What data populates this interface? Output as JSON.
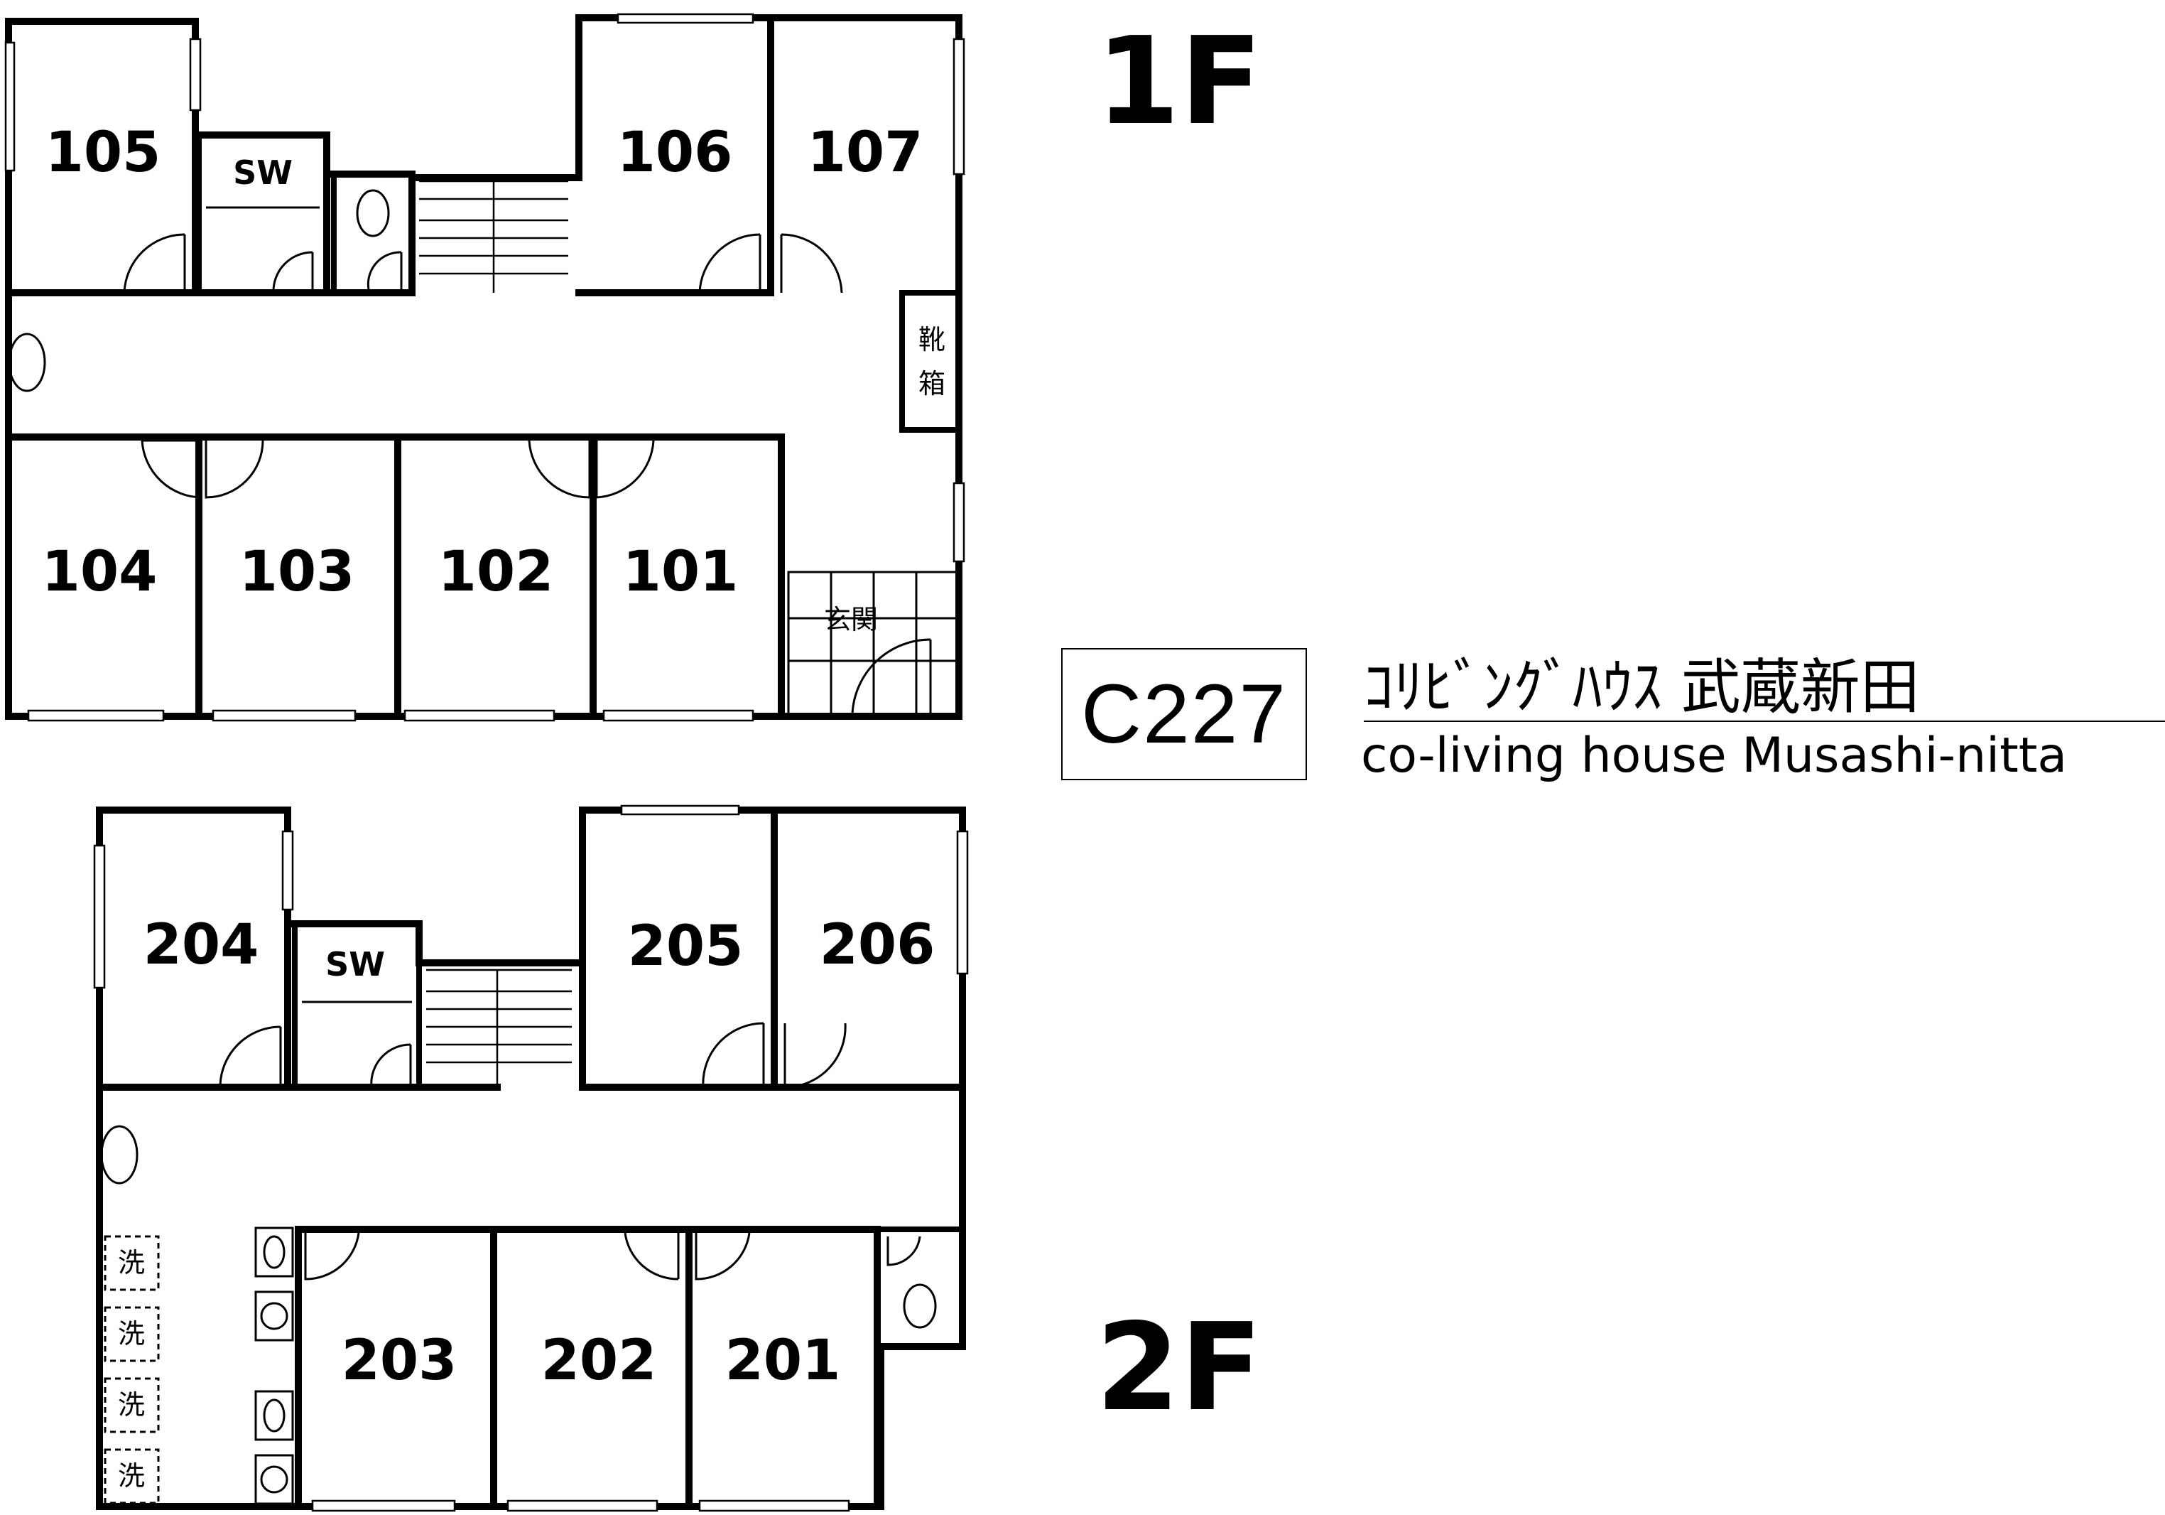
{
  "floors": {
    "first": {
      "label": "1F",
      "rooms": [
        "105",
        "106",
        "107",
        "104",
        "103",
        "102",
        "101"
      ],
      "sw_label": "SW",
      "shoe_box_label_1": "靴",
      "shoe_box_label_2": "箱",
      "entrance_label": "玄関"
    },
    "second": {
      "label": "2F",
      "rooms": [
        "204",
        "205",
        "206",
        "203",
        "202",
        "201"
      ],
      "sw_label": "SW",
      "washer_label": "洗"
    }
  },
  "property": {
    "code": "C227",
    "name_jp": "ｺﾘﾋﾞﾝｸﾞﾊｳｽ 武蔵新田",
    "name_en": "co-living house Musashi-nitta"
  }
}
